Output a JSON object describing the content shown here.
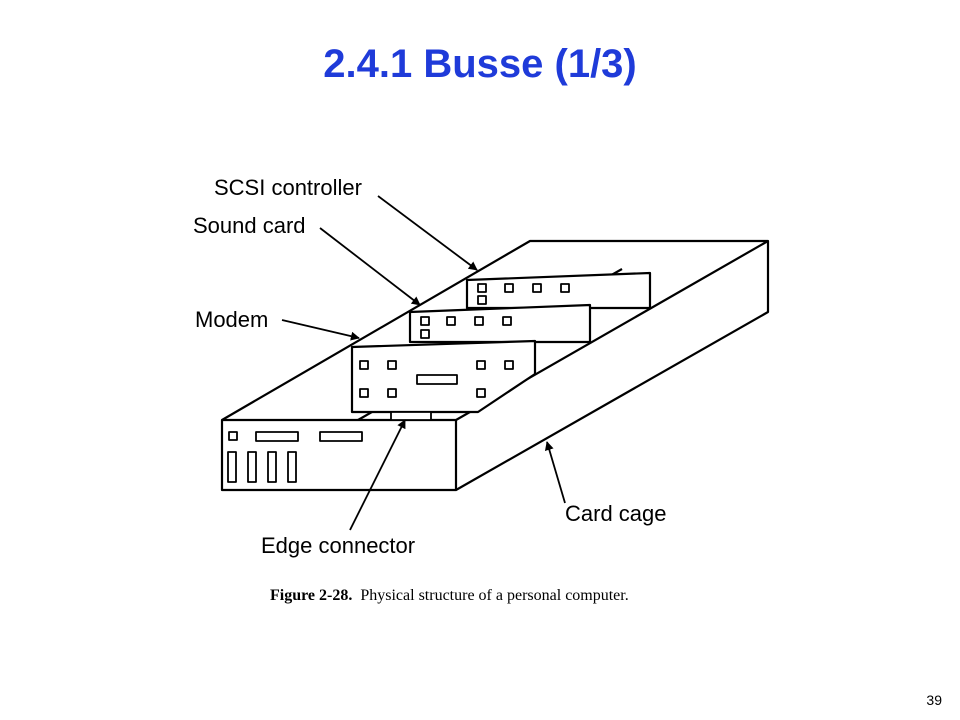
{
  "slide": {
    "title": "2.4.1  Busse (1/3)",
    "page_number": "39",
    "title_color": "#1f3bd9"
  },
  "figure": {
    "labels": {
      "scsi": "SCSI controller",
      "sound": "Sound card",
      "modem": "Modem",
      "edge": "Edge connector",
      "cage": "Card cage"
    },
    "caption_bold": "Figure 2-28.",
    "caption_text": "Physical structure of a personal computer."
  }
}
